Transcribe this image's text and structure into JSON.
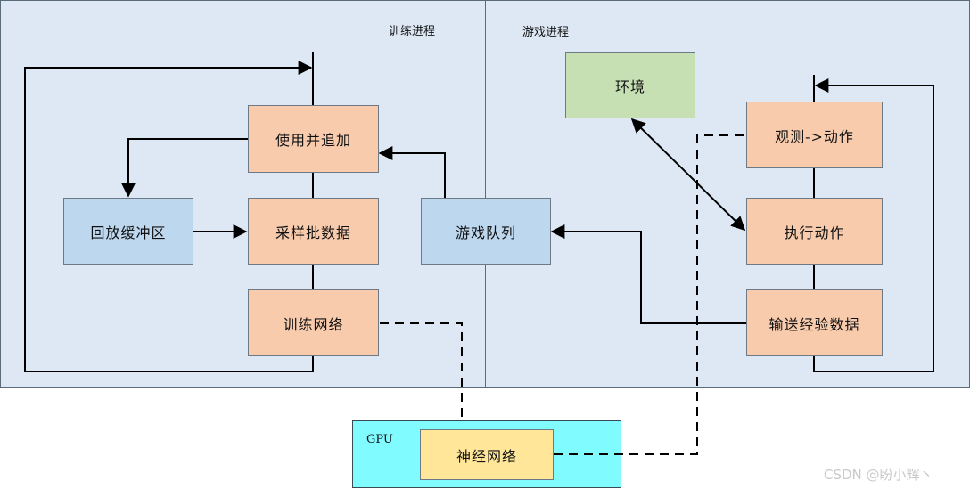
{
  "panels": {
    "training_label": "训练进程",
    "game_label": "游戏进程",
    "gpu_label": "GPU"
  },
  "boxes": {
    "use_append": "使用并追加",
    "sample_batch": "采样批数据",
    "train_network": "训练网络",
    "replay_buffer": "回放缓冲区",
    "game_queue": "游戏队列",
    "environment": "环境",
    "observe_action": "观测->动作",
    "execute_action": "执行动作",
    "send_experience": "输送经验数据",
    "neural_network": "神经网络"
  },
  "watermark": "CSDN @盼小辉丶",
  "colors": {
    "panel_bg": "#dde8f4",
    "gpu_bg": "#80fbff",
    "process_box": "#f8cbad",
    "data_box": "#bdd7ee",
    "environment_box": "#c6e0b4",
    "network_box": "#ffe699"
  }
}
